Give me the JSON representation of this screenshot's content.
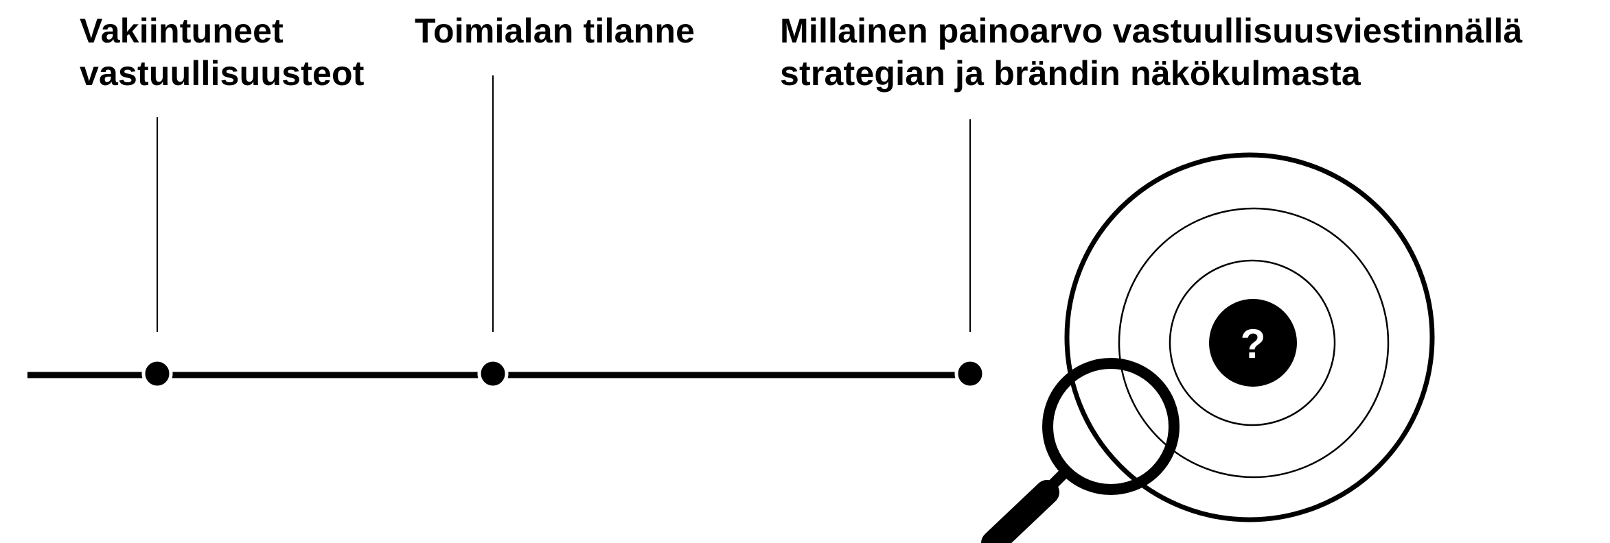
{
  "timeline": {
    "milestones": [
      {
        "lines": [
          "Vakiintuneet",
          "vastuullisuusteot"
        ]
      },
      {
        "lines": [
          "Toimialan tilanne"
        ]
      },
      {
        "lines": [
          "Millainen painoarvo vastuullisuusviestinnällä",
          "strategian ja brändin näkökulmasta"
        ]
      }
    ]
  },
  "illustration": {
    "center_symbol": "?",
    "icons": [
      "target-rings-icon",
      "magnifying-glass-icon",
      "question-mark-icon"
    ]
  },
  "colors": {
    "ink": "#000000",
    "background": "#ffffff",
    "symbol_text": "#ffffff"
  }
}
